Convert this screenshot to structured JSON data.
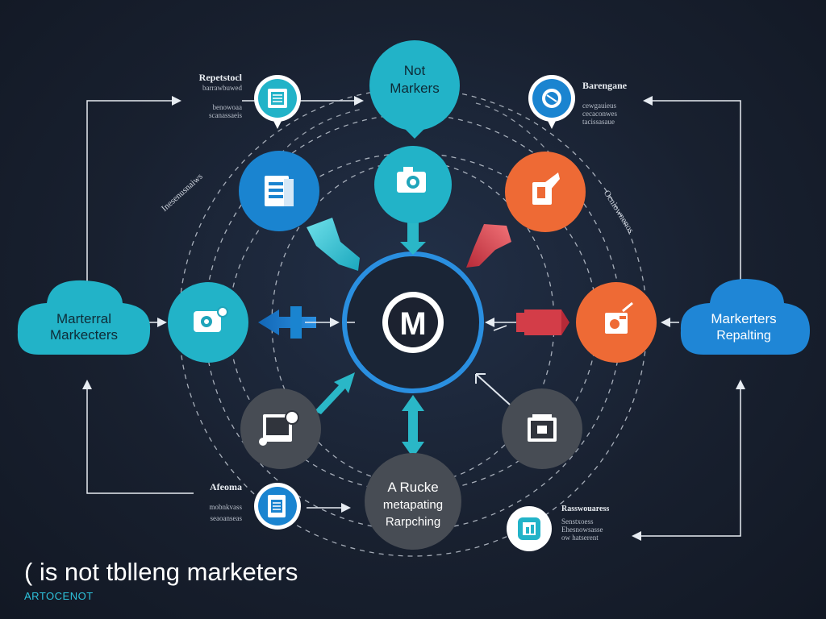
{
  "top_node": {
    "line1": "Not",
    "line2": "Markers"
  },
  "center_node": {
    "letter": "M"
  },
  "left_cloud": {
    "line1": "Marterral",
    "line2": "Markecters"
  },
  "right_cloud": {
    "line1": "Markerters",
    "line2": "Repalting"
  },
  "bottom_node": {
    "line1": "A Rucke",
    "line2": "metapating",
    "line3": "Rarpching"
  },
  "labels": {
    "top_left": {
      "title": "Repetstocl",
      "lines": [
        "barrawbuwed",
        "benowoaa",
        "scanassaeis"
      ]
    },
    "top_right": {
      "title": "Barengane",
      "lines": [
        "cewgauieus",
        "cecaconwes",
        "tacissasaue"
      ]
    },
    "bottom_left": {
      "title": "Afeoma",
      "lines": [
        "mobnkvass",
        "seaoanseas"
      ]
    },
    "bottom_right": {
      "title": "Rasswouaress",
      "lines": [
        "Senstxoess",
        "Ehesnowsasse",
        "ow hatserent"
      ]
    },
    "left_rotated": "Inesenusnaiws",
    "right_rotated": "Ocniownenos"
  },
  "caption": {
    "line1": "( is not tblleng marketers",
    "line2": "ARTOCENOT"
  },
  "colors": {
    "background": "#18202f",
    "teal": "#1fb3c8",
    "blue": "#1a84d0",
    "orange": "#ee6a35",
    "gray": "#474c54",
    "red": "#d9414a",
    "ring": "#2a8fe0"
  }
}
